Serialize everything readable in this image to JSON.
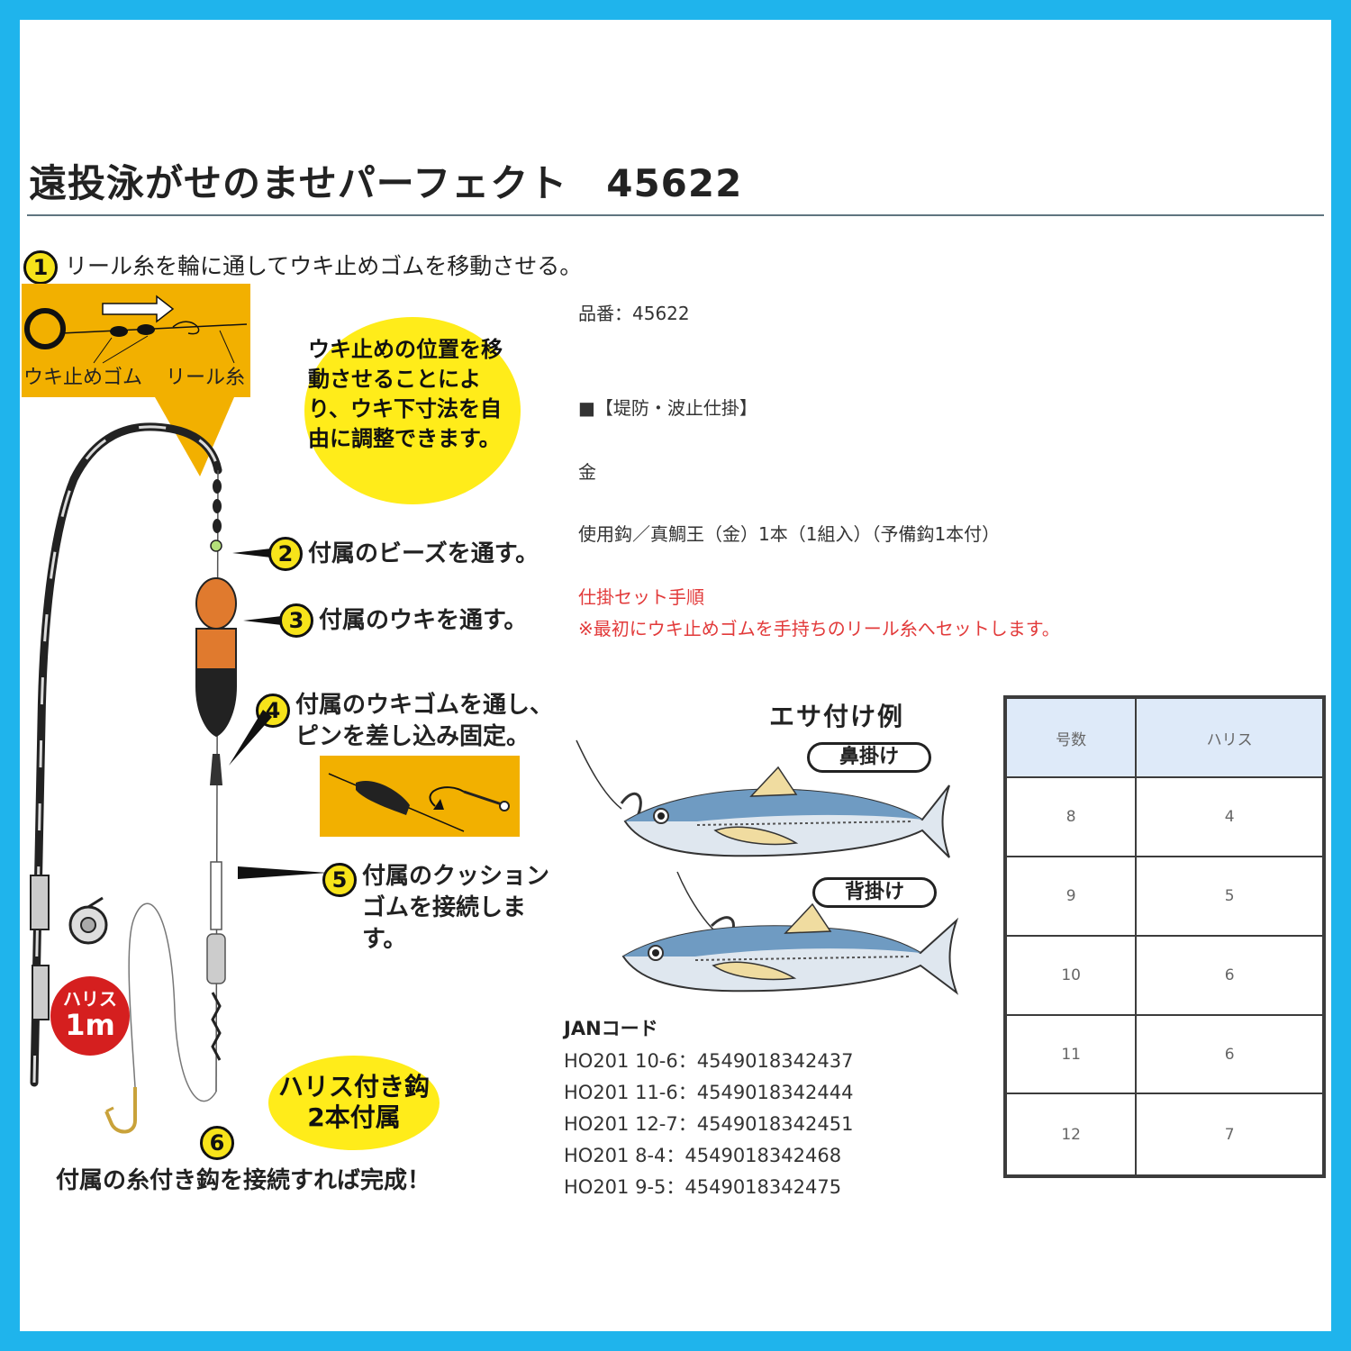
{
  "title": "遠投泳がせのませパーフェクト　45622",
  "steps": [
    {
      "num": "1",
      "text": "リール糸を輪に通してウキ止めゴムを移動させる。"
    },
    {
      "num": "2",
      "text": "付属のビーズを通す。"
    },
    {
      "num": "3",
      "text": "付属のウキを通す。"
    },
    {
      "num": "4",
      "text": "付属のウキゴムを通し、ピンを差し込み固定。"
    },
    {
      "num": "5",
      "text": "付属のクッションゴムを接続します。"
    },
    {
      "num": "6",
      "text": "付属の糸付き鈎を接続すれば完成！"
    }
  ],
  "step1_panel": {
    "rubber_label": "ウキ止めゴム",
    "line_label": "リール糸"
  },
  "callout": "ウキ止めの位置を移動させることにより、ウキ下寸法を自由に調整できます。",
  "harisu_badge": {
    "line1": "ハリス",
    "line2": "1m"
  },
  "hook_badge": {
    "line1": "ハリス付き鈎",
    "line2": "2本付属"
  },
  "info": {
    "product_no": "品番：45622",
    "category": "■【堤防・波止仕掛】",
    "color": "金",
    "hook_spec": "使用鈎／真鯛王（金）1本（1組入）（予備鈎1本付）",
    "setup_heading": "仕掛セット手順",
    "setup_note": "※最初にウキ止めゴムを手持ちのリール糸へセットします。"
  },
  "feed_example": {
    "title": "エサ付け例",
    "nose": "鼻掛け",
    "back": "背掛け"
  },
  "jan": {
    "title": "JANコード",
    "codes": [
      "HO201 10-6：4549018342437",
      "HO201 11-6：4549018342444",
      "HO201 12-7：4549018342451",
      "HO201 8-4：4549018342468",
      "HO201 9-5：4549018342475"
    ]
  },
  "table": {
    "headers": [
      "号数",
      "ハリス"
    ],
    "rows": [
      [
        "8",
        "4"
      ],
      [
        "9",
        "5"
      ],
      [
        "10",
        "6"
      ],
      [
        "11",
        "6"
      ],
      [
        "12",
        "7"
      ]
    ]
  },
  "colors": {
    "border": "#1fb4ec",
    "accent_yellow": "#ffec1a",
    "panel_orange": "#f2b000",
    "badge_red": "#d51f1f",
    "note_red": "#e23a3a"
  }
}
